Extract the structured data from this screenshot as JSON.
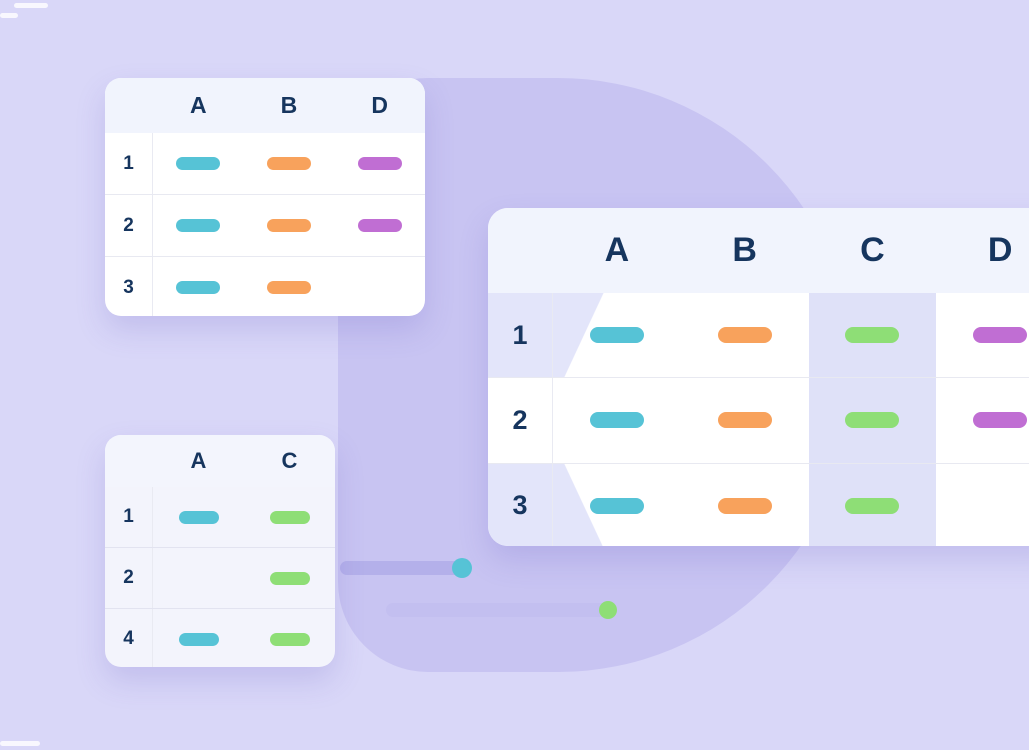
{
  "background": {
    "page": "#d9d7f8",
    "blob": "#c8c4f2",
    "bar1": "#b4b0ea",
    "bar2": "#c3bff0"
  },
  "colors": {
    "navy": "#16355e",
    "teal": "#56c3d6",
    "orange": "#f8a25c",
    "purple": "#c06ed3",
    "green": "#8ede76"
  },
  "tables": {
    "top_left": {
      "columns": [
        "A",
        "B",
        "D"
      ],
      "rows": [
        {
          "label": "1",
          "cells": [
            "teal",
            "orange",
            "purple"
          ]
        },
        {
          "label": "2",
          "cells": [
            "teal",
            "orange",
            "purple"
          ]
        },
        {
          "label": "3",
          "cells": [
            "teal",
            "orange",
            null
          ]
        }
      ]
    },
    "bottom_left": {
      "columns": [
        "A",
        "C"
      ],
      "rows": [
        {
          "label": "1",
          "cells": [
            "teal",
            "green"
          ]
        },
        {
          "label": "2",
          "cells": [
            null,
            "green"
          ]
        },
        {
          "label": "4",
          "cells": [
            "teal",
            "green"
          ]
        }
      ]
    },
    "merged": {
      "columns": [
        "A",
        "B",
        "C",
        "D"
      ],
      "highlight_column": "C",
      "rows": [
        {
          "label": "1",
          "cells": [
            "teal",
            "orange",
            "green",
            "purple"
          ]
        },
        {
          "label": "2",
          "cells": [
            "teal",
            "orange",
            "green",
            "purple"
          ]
        },
        {
          "label": "3",
          "cells": [
            "teal",
            "orange",
            "green",
            null
          ]
        }
      ]
    }
  },
  "progress_dots": {
    "dot1": "teal",
    "dot2": "green"
  }
}
